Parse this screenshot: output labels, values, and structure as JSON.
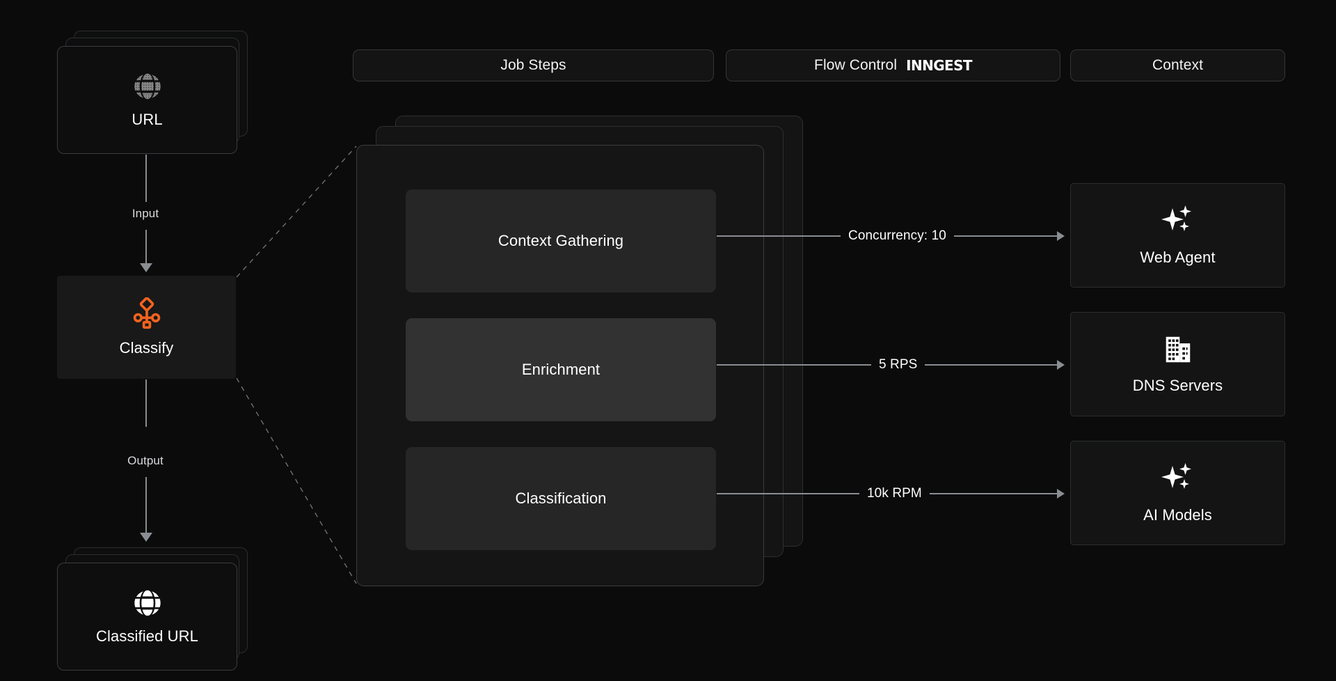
{
  "theme": {
    "background": "#0b0b0b",
    "card_bg": "#0e0e0e",
    "panel_bg": "#151515",
    "step_bg": "#262626",
    "step_active_bg": "#323232",
    "border": "#3a3c40",
    "border_dim": "#2b2d30",
    "text": "#ffffff",
    "muted_text": "#d8d9db",
    "line": "#8a8d91",
    "accent_orange": "#f4631e",
    "icon_gray": "#868686"
  },
  "header": {
    "tabs": [
      {
        "id": "job-steps",
        "label": "Job Steps",
        "brand": ""
      },
      {
        "id": "flow-control",
        "label": "Flow Control",
        "brand": "INNGEST"
      },
      {
        "id": "context",
        "label": "Context",
        "brand": ""
      }
    ]
  },
  "left_column": {
    "input_card": {
      "label": "URL",
      "icon": "globe-icon",
      "stacked": true
    },
    "input_edge_label": "Input",
    "process_node": {
      "label": "Classify",
      "icon": "classify-workflow-icon"
    },
    "output_edge_label": "Output",
    "output_card": {
      "label": "Classified URL",
      "icon": "globe-solid-icon",
      "stacked": true
    }
  },
  "job_steps": {
    "stacked": true,
    "steps": [
      {
        "label": "Context Gathering",
        "active": false
      },
      {
        "label": "Enrichment",
        "active": true
      },
      {
        "label": "Classification",
        "active": false
      }
    ]
  },
  "flow_control": {
    "edges": [
      {
        "label": "Concurrency: 10",
        "from": "Context Gathering",
        "to": "Web Agent"
      },
      {
        "label": "5 RPS",
        "from": "Enrichment",
        "to": "DNS Servers"
      },
      {
        "label": "10k RPM",
        "from": "Classification",
        "to": "AI Models"
      }
    ]
  },
  "context": {
    "cards": [
      {
        "label": "Web Agent",
        "icon": "sparkles-icon"
      },
      {
        "label": "DNS Servers",
        "icon": "building-icon"
      },
      {
        "label": "AI Models",
        "icon": "sparkles-icon"
      }
    ]
  }
}
